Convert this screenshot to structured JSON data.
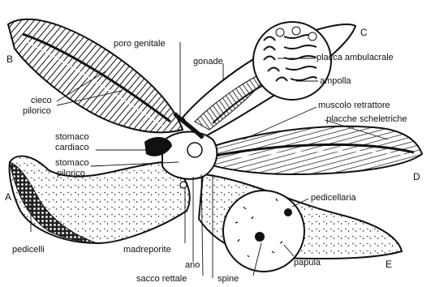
{
  "arm_letters": {
    "a": "A",
    "b": "B",
    "c": "C",
    "d": "D",
    "e": "E"
  },
  "labels": {
    "poro_genitale": "poro genitale",
    "gonade": "gonade",
    "placca_ambulacrale": "placca ambulacrale",
    "ampolla": "ampolla",
    "cieco_pilorico_1": "cieco",
    "cieco_pilorico_2": "pilorico",
    "muscolo_retrattore": "muscolo retrattore",
    "placche_scheletriche": "placche scheletriche",
    "stomaco_cardiaco_1": "stomaco",
    "stomaco_cardiaco_2": "cardiaco",
    "stomaco_pilorico_1": "stomaco",
    "stomaco_pilorico_2": "pilorico",
    "pedicellaria": "pedicellaria",
    "pedicelli": "pedicelli",
    "madreporite": "madreporite",
    "ano": "ano",
    "papula": "papula",
    "sacco_rettale": "sacco rettale",
    "spine": "spine"
  }
}
